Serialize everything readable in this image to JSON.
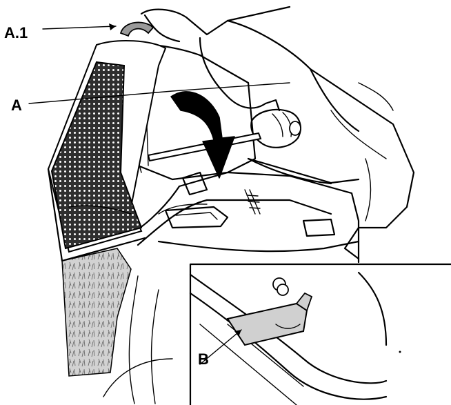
{
  "labels": {
    "a1": "A.1",
    "a": "A",
    "b": "B"
  },
  "colors": {
    "line": "#000000",
    "background": "#ffffff",
    "mesh": "#3a3a3a",
    "grass": "#cfcfcf",
    "bracket": "#d0d0d0",
    "arrow": "#000000"
  },
  "icons": {
    "rotation_arrow": "curved-arrow-down-icon"
  }
}
